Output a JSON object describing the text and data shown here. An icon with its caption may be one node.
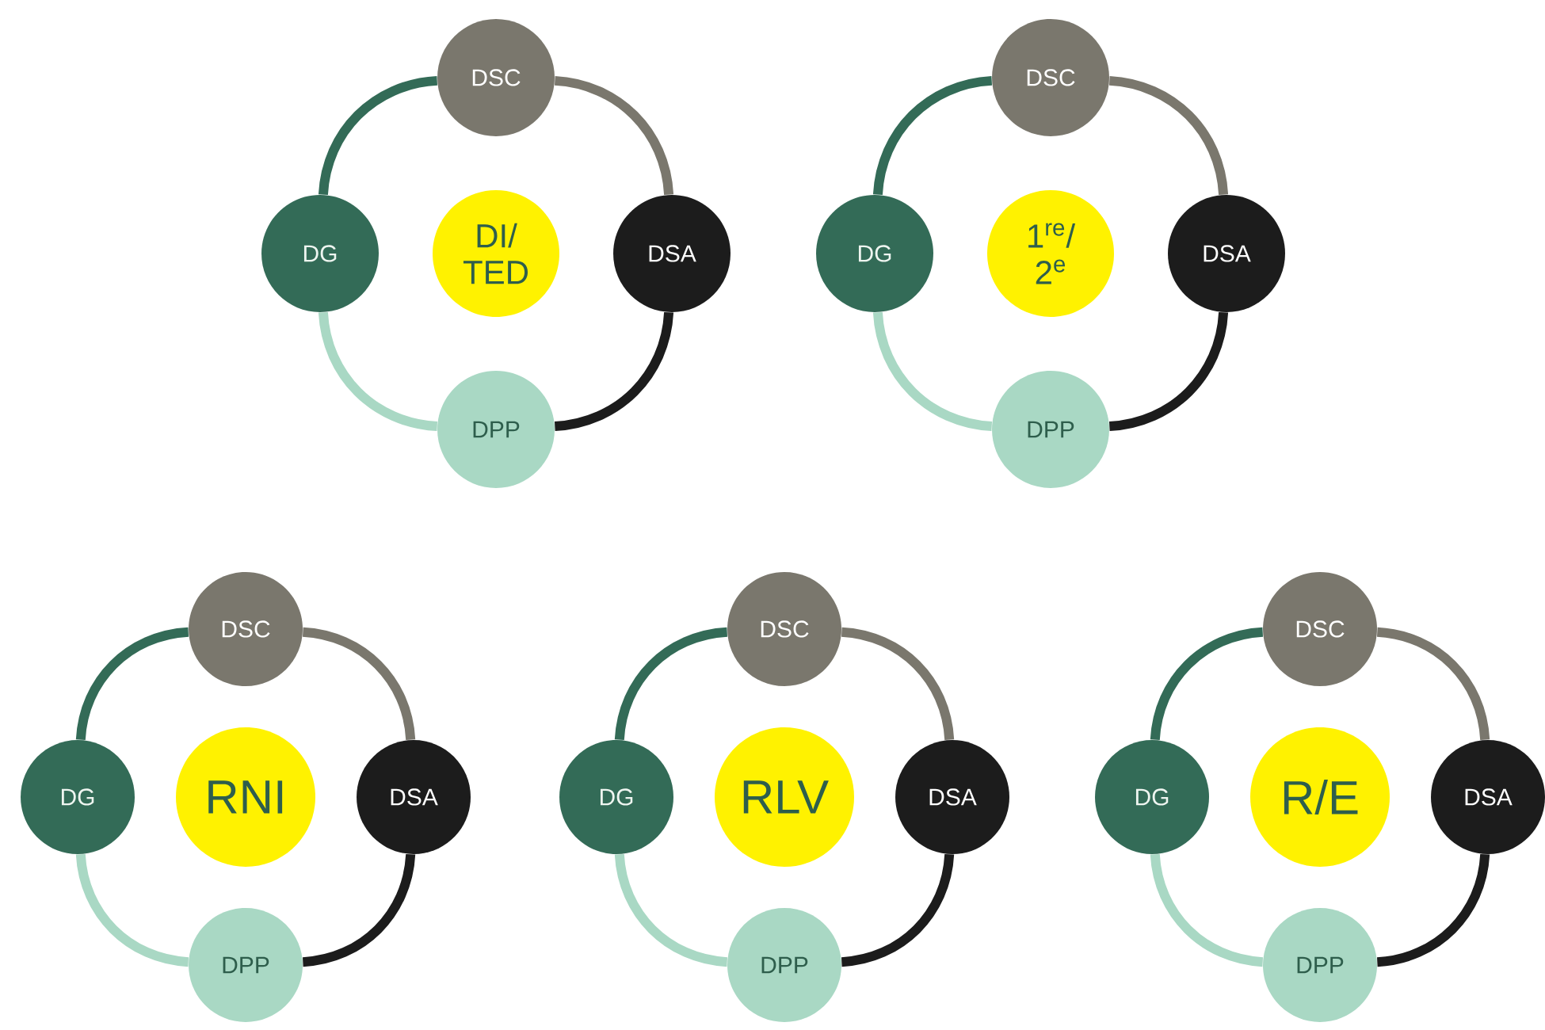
{
  "diagram": {
    "nodes": [
      {
        "text": [
          "DSC"
        ]
      },
      {
        "text": [
          "DG"
        ]
      },
      {
        "text": [
          "DI/ TED"
        ]
      },
      {
        "text": [
          "DSA"
        ]
      },
      {
        "text": [
          "DPP"
        ]
      },
      {
        "text": [
          "DSC"
        ]
      },
      {
        "text": [
          "DG"
        ]
      },
      {
        "text": [
          "1$^{re}$/ 2$^{e}$"
        ]
      },
      {
        "text": [
          "DSA"
        ]
      },
      {
        "text": [
          "DPP"
        ]
      },
      {
        "text": [
          "DSC"
        ]
      },
      {
        "text": [
          "DG"
        ]
      },
      {
        "text": [
          "RNI"
        ]
      },
      {
        "text": [
          "DSA"
        ]
      },
      {
        "text": [
          "DPP"
        ]
      },
      {
        "text": [
          "DSC"
        ]
      },
      {
        "text": [
          "DG"
        ]
      },
      {
        "text": [
          "RLV"
        ]
      },
      {
        "text": [
          "DSA"
        ]
      },
      {
        "text": [
          "DPP"
        ]
      },
      {
        "text": [
          "DSC"
        ]
      },
      {
        "text": [
          "DG"
        ]
      },
      {
        "text": [
          "R/E"
        ]
      },
      {
        "text": [
          "DSA"
        ]
      },
      {
        "text": [
          "DPP"
        ]
      }
    ],
    "edges": [
      {
        "from": 1,
        "to": 0,
        "arrow": "none",
        "color": "#336b57"
      },
      {
        "from": 0,
        "to": 3,
        "arrow": "none",
        "color": "#7a776d"
      },
      {
        "from": 3,
        "to": 4,
        "arrow": "none",
        "color": "#1c1c1c"
      },
      {
        "from": 4,
        "to": 1,
        "arrow": "none",
        "color": "#a9d8c4"
      },
      {
        "from": 6,
        "to": 5,
        "arrow": "none",
        "color": "#336b57"
      },
      {
        "from": 5,
        "to": 8,
        "arrow": "none",
        "color": "#7a776d"
      },
      {
        "from": 8,
        "to": 9,
        "arrow": "none",
        "color": "#1c1c1c"
      },
      {
        "from": 9,
        "to": 6,
        "arrow": "none",
        "color": "#a9d8c4"
      },
      {
        "from": 11,
        "to": 10,
        "arrow": "none",
        "color": "#336b57"
      },
      {
        "from": 10,
        "to": 13,
        "arrow": "none",
        "color": "#7a776d"
      },
      {
        "from": 13,
        "to": 14,
        "arrow": "none",
        "color": "#1c1c1c"
      },
      {
        "from": 14,
        "to": 11,
        "arrow": "none",
        "color": "#a9d8c4"
      },
      {
        "from": 16,
        "to": 15,
        "arrow": "none",
        "color": "#336b57"
      },
      {
        "from": 15,
        "to": 18,
        "arrow": "none",
        "color": "#7a776d"
      },
      {
        "from": 18,
        "to": 19,
        "arrow": "none",
        "color": "#1c1c1c"
      },
      {
        "from": 19,
        "to": 16,
        "arrow": "none",
        "color": "#a9d8c4"
      },
      {
        "from": 21,
        "to": 20,
        "arrow": "none",
        "color": "#336b57"
      },
      {
        "from": 20,
        "to": 23,
        "arrow": "none",
        "color": "#7a776d"
      },
      {
        "from": 23,
        "to": 24,
        "arrow": "none",
        "color": "#1c1c1c"
      },
      {
        "from": 24,
        "to": 21,
        "arrow": "none",
        "color": "#a9d8c4"
      }
    ]
  }
}
